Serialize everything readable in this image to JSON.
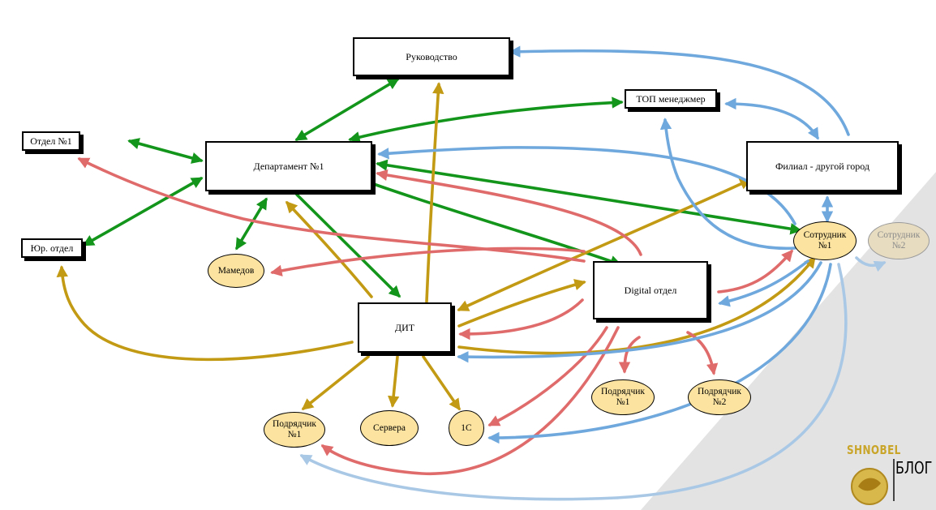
{
  "nodes": {
    "rukovodstvo": "Руководство",
    "top_manager": "ТОП менеджмер",
    "otdel1": "Отдел №1",
    "departament1": "Департамент №1",
    "filial": "Филиал - другой город",
    "yur_otdel": "Юр. отдел",
    "mamedov": "Мамедов",
    "sotrudnik1": "Сотрудник\n№1",
    "sotrudnik2": "Сотрудник\n№2",
    "digital": "Digital отдел",
    "dit": "ДИТ",
    "podryadchik1_dit": "Подрядчик\n№1",
    "servera": "Сервера",
    "one_c": "1С",
    "podryadchik1_digital": "Подрядчик\n№1",
    "podryadchik2_digital": "Подрядчик\n№2"
  },
  "colors": {
    "green": "#13951b",
    "gold": "#c39a13",
    "red": "#e06b6b",
    "blue": "#6fa8dc",
    "oval_fill": "#fce4a0"
  },
  "logo": {
    "word": "SHNOBEL",
    "sub": "БЛОГ"
  }
}
